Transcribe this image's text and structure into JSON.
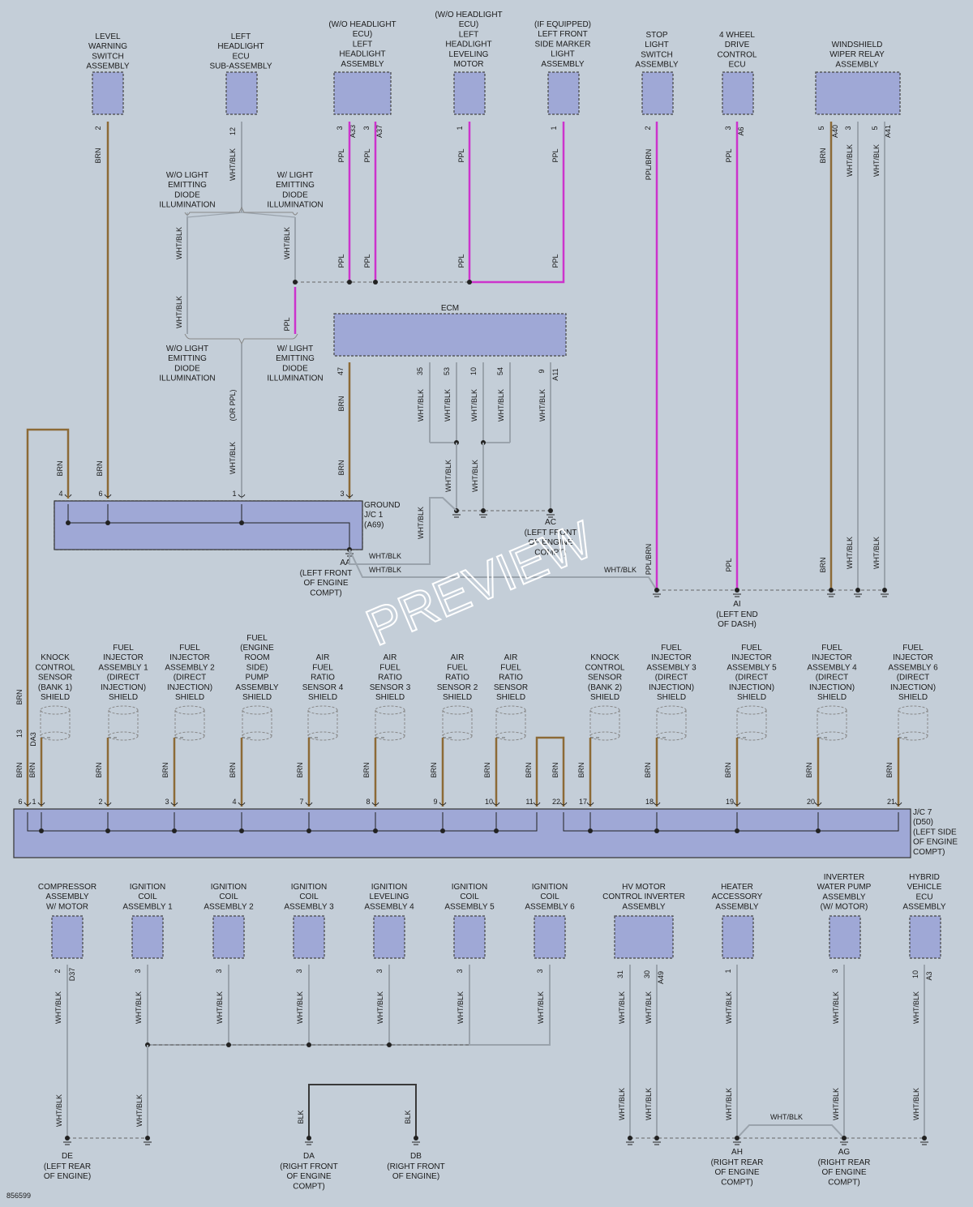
{
  "diagram": {
    "id_code": "856599",
    "watermark": "PREVIEW",
    "colors": {
      "background": "#c4ced8",
      "component_fill": "#9fa8d6",
      "brn": "#8c6a36",
      "ppl": "#cc33cc",
      "gray": "#9aa3ac",
      "blk": "#3a3a3a"
    },
    "top_components": [
      {
        "key": "level",
        "lines": [
          "LEVEL",
          "WARNING",
          "SWITCH",
          "ASSEMBLY"
        ],
        "pins": [
          "2"
        ],
        "conn": "",
        "wire": "BRN"
      },
      {
        "key": "lhecu",
        "lines": [
          "LEFT",
          "HEADLIGHT",
          "ECU",
          "SUB-ASSEMBLY"
        ],
        "pins": [
          "12"
        ],
        "conn": "",
        "wire": "WHT/BLK"
      },
      {
        "key": "lhead",
        "lines": [
          "(W/O HEADLIGHT",
          "ECU)",
          "LEFT",
          "HEADLIGHT",
          "ASSEMBLY"
        ],
        "pins": [
          "3",
          "3"
        ],
        "conns": [
          "A33",
          "A37"
        ],
        "wire": "PPL"
      },
      {
        "key": "level_motor",
        "lines": [
          "(W/O HEADLIGHT",
          "ECU)",
          "LEFT",
          "HEADLIGHT",
          "LEVELING",
          "MOTOR"
        ],
        "pins": [
          "1"
        ],
        "conn": "",
        "wire": "PPL"
      },
      {
        "key": "side_marker",
        "lines": [
          "(IF EQUIPPED)",
          "LEFT FRONT",
          "SIDE MARKER",
          "LIGHT",
          "ASSEMBLY"
        ],
        "pins": [
          "1"
        ],
        "conn": "",
        "wire": "PPL"
      },
      {
        "key": "stop",
        "lines": [
          "STOP",
          "LIGHT",
          "SWITCH",
          "ASSEMBLY"
        ],
        "pins": [
          "2"
        ],
        "conn": "",
        "wire": "PPL/BRN"
      },
      {
        "key": "4wd",
        "lines": [
          "4 WHEEL",
          "DRIVE",
          "CONTROL",
          "ECU"
        ],
        "pins": [
          "3"
        ],
        "conn": "A6",
        "wire": "PPL"
      },
      {
        "key": "wiper",
        "lines": [
          "WINDSHIELD",
          "WIPER RELAY",
          "ASSEMBLY"
        ],
        "pins": [
          "5",
          "3",
          "5"
        ],
        "conns": [
          "A40",
          "A41"
        ],
        "wires": [
          "BRN",
          "WHT/BLK",
          "WHT/BLK"
        ]
      }
    ],
    "led_labels": {
      "wo_top": [
        "W/O LIGHT",
        "EMITTING",
        "DIODE",
        "ILLUMINATION"
      ],
      "w_top": [
        "W/ LIGHT",
        "EMITTING",
        "DIODE",
        "ILLUMINATION"
      ],
      "wo_bot": [
        "W/O LIGHT",
        "EMITTING",
        "DIODE",
        "ILLUMINATION"
      ],
      "w_bot": [
        "W/ LIGHT",
        "EMITTING",
        "DIODE",
        "ILLUMINATION"
      ],
      "or_ppl": "(OR PPL)"
    },
    "ecm": {
      "title": "ECM",
      "pins": [
        "47",
        "35",
        "53",
        "10",
        "54",
        "9"
      ],
      "conn": "A11"
    },
    "jc1": {
      "lines": [
        "GROUND",
        "J/C 1",
        "(A69)"
      ],
      "pins": [
        "4",
        "6",
        "1",
        "3"
      ]
    },
    "grounds_mid": [
      {
        "code": "AA",
        "lines": [
          "(LEFT FRONT",
          "OF ENGINE",
          "COMPT)"
        ]
      },
      {
        "code": "AC",
        "lines": [
          "(LEFT FRONT",
          "OF ENGINE",
          "COMPT)"
        ]
      },
      {
        "code": "AI",
        "lines": [
          "(LEFT END",
          "OF DASH)"
        ]
      }
    ],
    "shields": [
      {
        "lines": [
          "KNOCK",
          "CONTROL",
          "SENSOR",
          "(BANK 1)",
          "SHIELD"
        ]
      },
      {
        "lines": [
          "FUEL",
          "INJECTOR",
          "ASSEMBLY 1",
          "(DIRECT",
          "INJECTION)",
          "SHIELD"
        ]
      },
      {
        "lines": [
          "FUEL",
          "INJECTOR",
          "ASSEMBLY 2",
          "(DIRECT",
          "INJECTION)",
          "SHIELD"
        ]
      },
      {
        "lines": [
          "FUEL",
          "(ENGINE",
          "ROOM",
          "SIDE)",
          "PUMP",
          "ASSEMBLY",
          "SHIELD"
        ]
      },
      {
        "lines": [
          "AIR",
          "FUEL",
          "RATIO",
          "SENSOR 4",
          "SHIELD"
        ]
      },
      {
        "lines": [
          "AIR",
          "FUEL",
          "RATIO",
          "SENSOR 3",
          "SHIELD"
        ]
      },
      {
        "lines": [
          "AIR",
          "FUEL",
          "RATIO",
          "SENSOR 2",
          "SHIELD"
        ]
      },
      {
        "lines": [
          "AIR",
          "FUEL",
          "RATIO",
          "SENSOR",
          "SHIELD"
        ]
      },
      {
        "lines": [
          "KNOCK",
          "CONTROL",
          "SENSOR",
          "(BANK 2)",
          "SHIELD"
        ]
      },
      {
        "lines": [
          "FUEL",
          "INJECTOR",
          "ASSEMBLY 3",
          "(DIRECT",
          "INJECTION)",
          "SHIELD"
        ]
      },
      {
        "lines": [
          "FUEL",
          "INJECTOR",
          "ASSEMBLY 5",
          "(DIRECT",
          "INJECTION)",
          "SHIELD"
        ]
      },
      {
        "lines": [
          "FUEL",
          "INJECTOR",
          "ASSEMBLY 4",
          "(DIRECT",
          "INJECTION)",
          "SHIELD"
        ]
      },
      {
        "lines": [
          "FUEL",
          "INJECTOR",
          "ASSEMBLY 6",
          "(DIRECT",
          "INJECTION)",
          "SHIELD"
        ]
      }
    ],
    "jc7": {
      "lines": [
        "J/C 7",
        "(D50)",
        "(LEFT SIDE",
        "OF ENGINE",
        "COMPT)"
      ],
      "pins": [
        "6",
        "1",
        "2",
        "3",
        "4",
        "7",
        "8",
        "9",
        "10",
        "11",
        "22",
        "17",
        "18",
        "19",
        "20",
        "21"
      ],
      "conn_da3": "DA3",
      "pin13": "13"
    },
    "bottom_components": [
      {
        "lines": [
          "COMPRESSOR",
          "ASSEMBLY",
          "W/ MOTOR"
        ],
        "pin": "2",
        "conn": "D37"
      },
      {
        "lines": [
          "IGNITION",
          "COIL",
          "ASSEMBLY 1"
        ],
        "pin": "3"
      },
      {
        "lines": [
          "IGNITION",
          "COIL",
          "ASSEMBLY 2"
        ],
        "pin": "3"
      },
      {
        "lines": [
          "IGNITION",
          "COIL",
          "ASSEMBLY 3"
        ],
        "pin": "3"
      },
      {
        "lines": [
          "IGNITION",
          "LEVELING",
          "ASSEMBLY 4"
        ],
        "pin": "3"
      },
      {
        "lines": [
          "IGNITION",
          "COIL",
          "ASSEMBLY 5"
        ],
        "pin": "3"
      },
      {
        "lines": [
          "IGNITION",
          "COIL",
          "ASSEMBLY 6"
        ],
        "pin": "3"
      },
      {
        "lines": [
          "HV MOTOR",
          "CONTROL INVERTER",
          "ASSEMBLY"
        ],
        "pins": [
          "31",
          "30"
        ],
        "conn": "A49"
      },
      {
        "lines": [
          "HEATER",
          "ACCESSORY",
          "ASSEMBLY"
        ],
        "pin": "1"
      },
      {
        "lines": [
          "INVERTER",
          "WATER PUMP",
          "ASSEMBLY",
          "(W/ MOTOR)"
        ],
        "pin": "3"
      },
      {
        "lines": [
          "HYBRID",
          "VEHICLE",
          "ECU",
          "ASSEMBLY"
        ],
        "pin": "10",
        "conn": "A3"
      }
    ],
    "grounds_bottom": [
      {
        "code": "DE",
        "lines": [
          "(LEFT REAR",
          "OF ENGINE)"
        ]
      },
      {
        "code": "DA",
        "lines": [
          "(RIGHT FRONT",
          "OF ENGINE",
          "COMPT)"
        ]
      },
      {
        "code": "DB",
        "lines": [
          "(RIGHT FRONT",
          "OF ENGINE)"
        ]
      },
      {
        "code": "AH",
        "lines": [
          "(RIGHT REAR",
          "OF ENGINE",
          "COMPT)"
        ]
      },
      {
        "code": "AG",
        "lines": [
          "(RIGHT REAR",
          "OF ENGINE",
          "COMPT)"
        ]
      }
    ],
    "wire_names": {
      "brn": "BRN",
      "ppl": "PPL",
      "wb": "WHT/BLK",
      "pplbrn": "PPL/BRN",
      "blk": "BLK"
    }
  }
}
